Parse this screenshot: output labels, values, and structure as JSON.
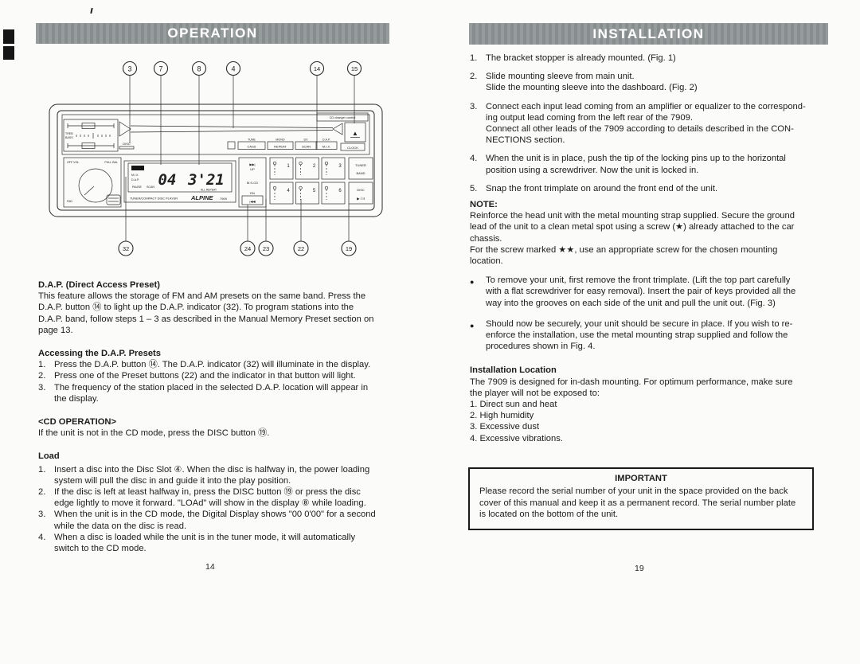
{
  "left": {
    "header": "OPERATION",
    "page_number": "14",
    "callouts_top": [
      "3",
      "7",
      "8",
      "4",
      "14",
      "15"
    ],
    "callouts_bottom": [
      "32",
      "24",
      "23",
      "22",
      "19"
    ],
    "dap": {
      "title": "D.A.P. (Direct Access Preset)",
      "body": "This feature allows the storage of FM and AM presets on the same band. Press the\nD.A.P. button ⑭ to light up the D.A.P. indicator (32). To program stations into the\nD.A.P. band, follow steps 1 – 3 as described in the Manual Memory Preset section on\npage 13."
    },
    "accessing": {
      "title": "Accessing the D.A.P. Presets",
      "items": [
        {
          "n": "1.",
          "t": "Press the D.A.P. button ⑭. The D.A.P. indicator (32) will illuminate in the display."
        },
        {
          "n": "2.",
          "t": "Press one of the Preset buttons (22) and the indicator in that button will light."
        },
        {
          "n": "3.",
          "t": "The frequency of the station placed in the selected D.A.P. location will appear in\nthe display."
        }
      ]
    },
    "cd_op": {
      "title": "<CD OPERATION>",
      "body": "If the unit is not in the CD mode, press the DISC button ⑲."
    },
    "load": {
      "title": "Load",
      "items": [
        {
          "n": "1.",
          "t": "Insert a disc into the Disc Slot ④. When the disc is halfway in, the power loading\nsystem will pull the disc in and guide it into the play position."
        },
        {
          "n": "2.",
          "t": "If the disc is left at least halfway in, press the DISC button ⑲ or press the disc\nedge lightly to move it forward. \"LOAd\" will show in the display ⑧ while loading."
        },
        {
          "n": "3.",
          "t": "When the unit is in the CD mode, the Digital Display shows \"00 0'00\" for a second\nwhile the data on the disc is read."
        },
        {
          "n": "4.",
          "t": "When a disc is loaded while the unit is in the tuner mode, it will automatically\nswitch to the CD mode."
        }
      ]
    }
  },
  "right": {
    "header": "INSTALLATION",
    "page_number": "19",
    "steps": [
      {
        "n": "1.",
        "t": "The bracket stopper is already mounted. (Fig. 1)"
      },
      {
        "n": "2.",
        "t": "Slide mounting sleeve from main unit.\nSlide the mounting sleeve into the dashboard. (Fig. 2)"
      },
      {
        "n": "3.",
        "t": "Connect each input lead coming from an amplifier or equalizer to the correspond-\ning output lead coming from the left rear of the 7909.\nConnect all other leads of the 7909 according to details described in the CON-\nNECTIONS section."
      },
      {
        "n": "4.",
        "t": "When the unit is in place, push the tip of the locking pins up to the horizontal\nposition using a screwdriver. Now the unit is locked in."
      },
      {
        "n": "5.",
        "t": "Snap the front trimplate on around the front end of the unit."
      }
    ],
    "note": {
      "title": "NOTE:",
      "body": "Reinforce the head unit with the metal mounting strap supplied. Secure the ground\nlead of the unit to a clean metal spot using a screw (★) already attached to the car\nchassis.\nFor the screw marked ★★, use an appropriate screw for the chosen mounting\nlocation."
    },
    "bullets": [
      {
        "icon": "●",
        "t": "To remove your unit, first remove the front trimplate. (Lift the top part carefully\nwith a flat screwdriver for easy removal). Insert the pair of keys provided all the\nway into the grooves on each side of the unit and pull the unit out. (Fig. 3)"
      },
      {
        "icon": "●",
        "t": "Should now be securely, your unit should be secure in place. If you wish to re-\nenforce the installation, use the metal mounting strap supplied and follow the\nprocedures shown in Fig. 4."
      }
    ],
    "location": {
      "title": "Installation Location",
      "body": "The 7909 is designed for in-dash mounting. For optimum performance, make sure\nthe player will not be exposed to:\n1. Direct sun and heat\n2. High humidity\n3. Excessive dust\n4. Excessive vibrations."
    },
    "important": {
      "title": "IMPORTANT",
      "body": "Please record the serial number of your unit in the space provided on the back\ncover of this manual and keep it as a permanent record. The serial number plate\nis located on the bottom of the unit."
    }
  },
  "device": {
    "cd_changer_label": "CD changer control",
    "eject_icon": "▲",
    "treb": "TREB",
    "bass": "BASS",
    "disc_door": "DISC",
    "row_labels": {
      "tune": "TUNE",
      "mono": "MONO",
      "dx": "DX",
      "dap": "D.A.P."
    },
    "row_buttons": {
      "cass": "CASS",
      "repeat": "REPEAT",
      "scan": "SCAN",
      "mix": "M.I.X.",
      "clock": "CLOCK"
    },
    "off_vol": "OFF VOL",
    "pull_bal": "PULL BAL",
    "fad": "FAD",
    "display": {
      "mix": "M.I.X.",
      "dap": "D.A.P.",
      "pause": "PAUSE",
      "scan": "SCAN",
      "track": "04",
      "time": "3'21",
      "all_repeat": "ALL REPEAT",
      "player": "TUNER/COMPACT DISC PLAYER",
      "brand": "ALPINE",
      "model": "7909"
    },
    "up_icon": "▶▶|",
    "up": "UP",
    "mscd": "M.S-CD",
    "dn": "DN",
    "dn_icon": "|◀◀",
    "presets": [
      "1",
      "2",
      "3",
      "4",
      "5",
      "6"
    ],
    "tuner": "TUNER",
    "band": "BAND",
    "disc": "DISC",
    "play_pause": "▶ / II"
  }
}
